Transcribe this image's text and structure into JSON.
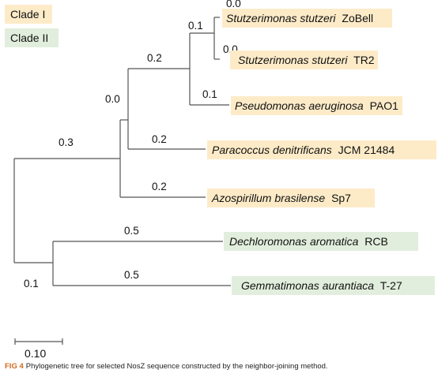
{
  "colors": {
    "clade_1": "#fdebc8",
    "clade_2": "#e2eedd",
    "branch": "#555555",
    "caption_label": "#d2691e"
  },
  "legend": [
    {
      "id": "clade_1",
      "label": "Clade I",
      "color": "#fdebc8"
    },
    {
      "id": "clade_2",
      "label": "Clade II",
      "color": "#e2eedd"
    }
  ],
  "tree": {
    "nodes": [
      {
        "id": "root"
      },
      {
        "id": "n_main",
        "parent": "root",
        "branch_length": "0.3"
      },
      {
        "id": "n_alpha",
        "parent": "n_main",
        "branch_length": "0.0"
      },
      {
        "id": "n_pseudo",
        "parent": "n_alpha",
        "branch_length": "0.2"
      },
      {
        "id": "n_stutz",
        "parent": "n_pseudo",
        "branch_length": "0.1"
      },
      {
        "id": "n_beta",
        "parent": "root",
        "branch_length": "0.1"
      }
    ],
    "leaves": [
      {
        "id": "zobell",
        "parent": "n_stutz",
        "branch_length": "0.0",
        "species": "Stutzerimonas stutzeri",
        "strain": "ZoBell",
        "clade": "clade_1"
      },
      {
        "id": "tr2",
        "parent": "n_stutz",
        "branch_length": "0.0",
        "species": "Stutzerimonas stutzeri",
        "strain": "TR2",
        "clade": "clade_1"
      },
      {
        "id": "pao1",
        "parent": "n_pseudo",
        "branch_length": "0.1",
        "species": "Pseudomonas aeruginosa",
        "strain": "PAO1",
        "clade": "clade_1"
      },
      {
        "id": "jcm",
        "parent": "n_alpha",
        "branch_length": "0.2",
        "species": "Paracoccus denitrificans",
        "strain": "JCM 21484",
        "clade": "clade_1"
      },
      {
        "id": "sp7",
        "parent": "n_main",
        "branch_length": "0.2",
        "species": "Azospirillum brasilense",
        "strain": "Sp7",
        "clade": "clade_1"
      },
      {
        "id": "rcb",
        "parent": "n_beta",
        "branch_length": "0.5",
        "species": "Dechloromonas aromatica",
        "strain": "RCB",
        "clade": "clade_2"
      },
      {
        "id": "t27",
        "parent": "n_beta",
        "branch_length": "0.5",
        "species": "Gemmatimonas aurantiaca",
        "strain": "T-27",
        "clade": "clade_2"
      }
    ]
  },
  "scale_bar": {
    "label": "0.10"
  },
  "caption": {
    "label": "FIG 4",
    "text": "Phylogenetic tree for selected NosZ sequence constructed by the neighbor-joining method."
  }
}
